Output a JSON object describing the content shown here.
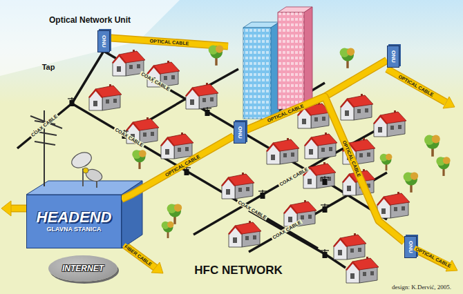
{
  "diagram": {
    "title": "HFC NETWORK",
    "nodes": [
      {
        "text": [
          "ONU"
        ]
      },
      {
        "text": [
          "ONU"
        ]
      },
      {
        "text": [
          "ONU"
        ]
      },
      {
        "text": [
          "HEADEND",
          "GLAVNA STANICA"
        ]
      },
      {
        "text": [
          "ONU"
        ]
      },
      {
        "text": [
          "INTERNET"
        ]
      }
    ],
    "edges": [
      {
        "from": 3,
        "to": 2,
        "arrow": "none",
        "label": "OPTICAL CABLE"
      },
      {
        "from": 2,
        "to": 1,
        "arrow": "none",
        "label": "OPTICAL CABLE"
      },
      {
        "from": 2,
        "to": 4,
        "arrow": "none",
        "label": "OPTICAL CABLE"
      }
    ],
    "labels": [
      "Optical Network Unit",
      "Tap",
      "OPTICAL CABLE",
      "COAX CABLE",
      "COAX CABLE",
      "COAX CABLE",
      "COAX CABLE",
      "COAX CABLE",
      "COAX CABLE",
      "OPTICAL CABLE",
      "OPTICAL CABLE",
      "FIBER CABLE",
      "design: K.Dervić, 2005."
    ]
  }
}
